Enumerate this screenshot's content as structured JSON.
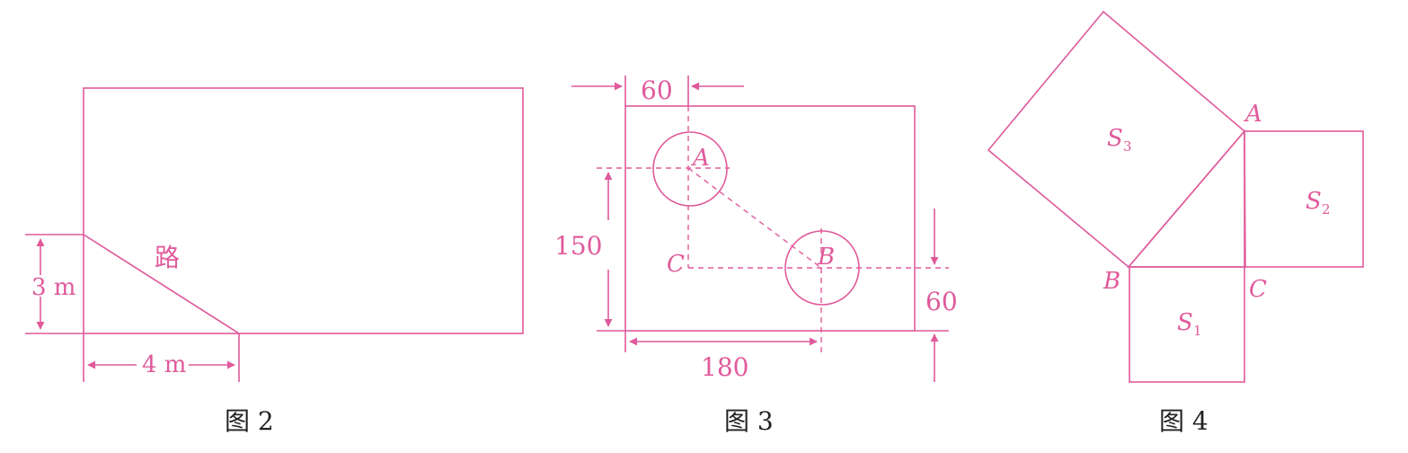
{
  "colors": {
    "line": "#e05a9b",
    "caption": "#222222"
  },
  "fig2": {
    "caption": "图 2",
    "road_label": "路",
    "height_label": "3 m",
    "width_label": "4 m"
  },
  "fig3": {
    "caption": "图 3",
    "dim_top": "60",
    "dim_left": "150",
    "dim_bottom": "180",
    "dim_right": "60",
    "point_a": "A",
    "point_b": "B",
    "point_c": "C"
  },
  "fig4": {
    "caption": "图 4",
    "point_a": "A",
    "point_b": "B",
    "point_c": "C",
    "s1": {
      "letter": "S",
      "sub": "1"
    },
    "s2": {
      "letter": "S",
      "sub": "2"
    },
    "s3": {
      "letter": "S",
      "sub": "3"
    }
  }
}
